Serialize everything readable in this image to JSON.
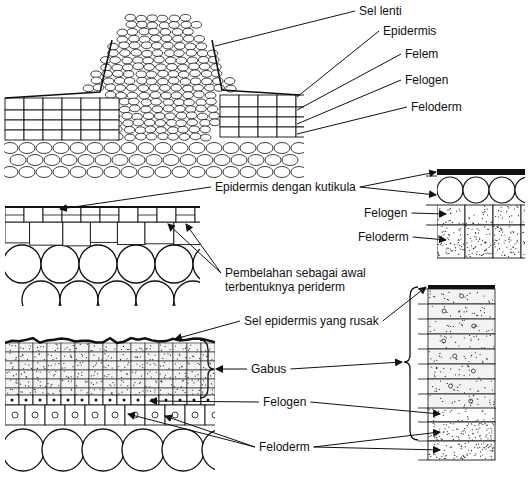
{
  "diagram": {
    "labels": [
      "Sel lenti",
      "Epidermis",
      "Felem",
      "Felogen",
      "Feloderm",
      "Epidermis dengan kutikula",
      "Felogen",
      "Feloderm",
      "Pembelahan sebagai awal terbentuknya periderm",
      "Sel epidermis yang rusak",
      "Gabus",
      "Felogen",
      "Feloderm"
    ]
  }
}
